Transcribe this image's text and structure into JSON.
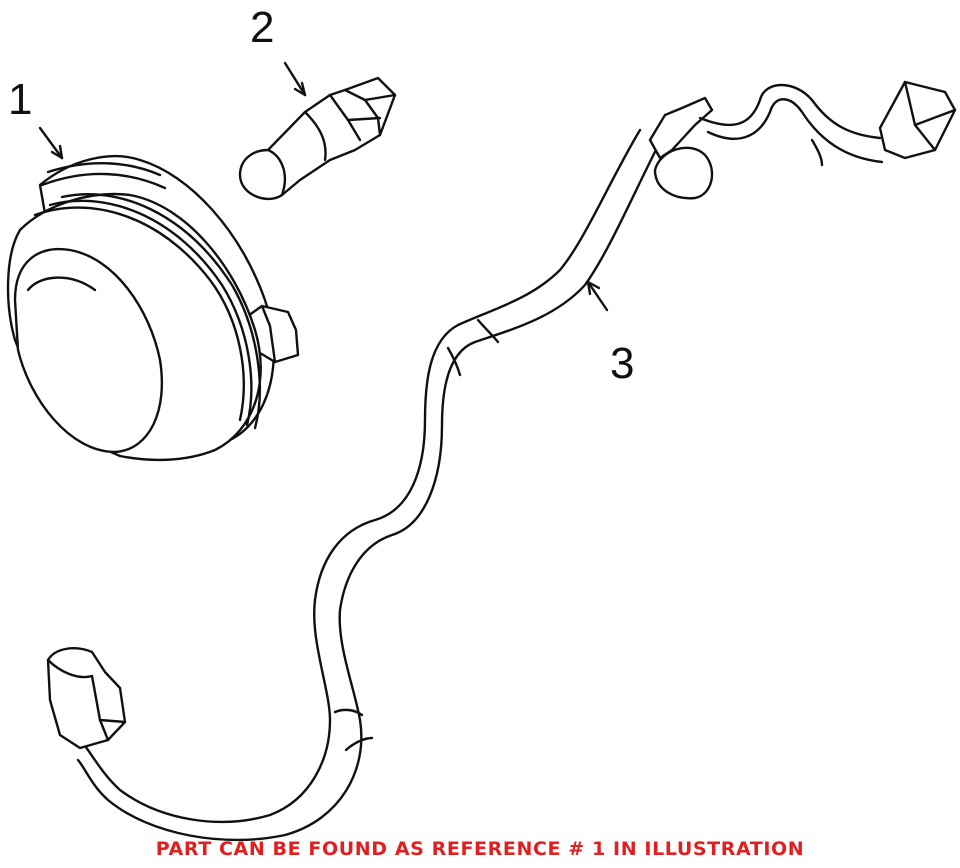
{
  "callouts": {
    "part1": "1",
    "part2": "2",
    "part3": "3"
  },
  "footer_note": "PART CAN BE FOUND AS REFERENCE # 1 IN ILLUSTRATION",
  "colors": {
    "line": "#111111",
    "note": "#e02020",
    "background": "#ffffff"
  }
}
